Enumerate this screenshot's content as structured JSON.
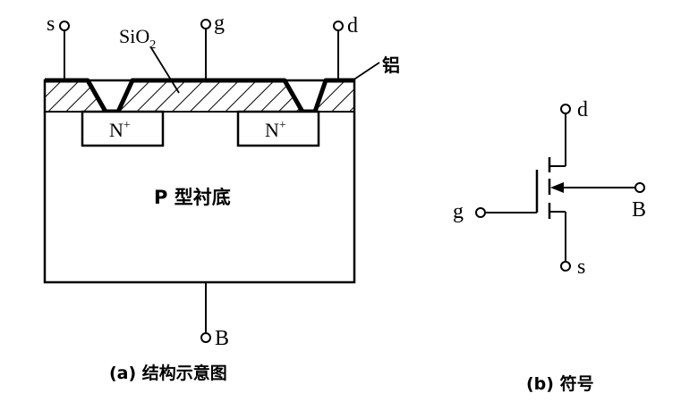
{
  "panel_a": {
    "terminals": {
      "source": "s",
      "gate": "g",
      "drain": "d",
      "body": "B"
    },
    "oxide_label": "SiO",
    "oxide_subscript": "2",
    "metal_label": "铝",
    "diffusion": {
      "base": "N",
      "sup": "+"
    },
    "substrate_label": "P 型衬底",
    "caption": "(a)  结构示意图"
  },
  "panel_b": {
    "terminals": {
      "drain": "d",
      "gate": "g",
      "source": "s",
      "body": "B"
    },
    "caption": "(b)  符号"
  }
}
